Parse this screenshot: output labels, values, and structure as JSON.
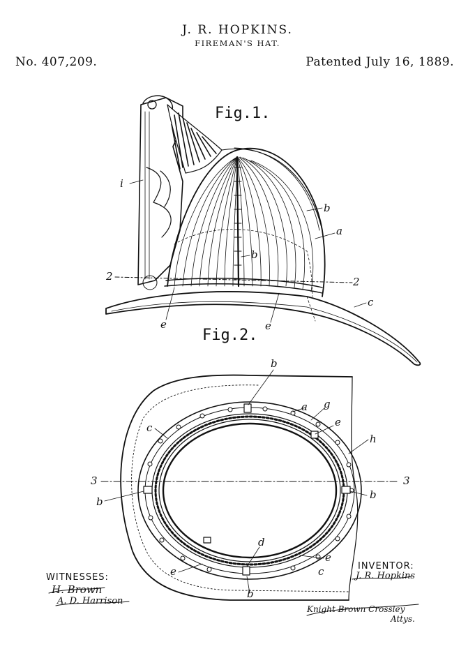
{
  "header": {
    "inventor_name": "J. R. HOPKINS.",
    "title": "FIREMAN'S HAT.",
    "patent_number": "No. 407,209.",
    "patent_date": "Patented July 16, 1889."
  },
  "figures": {
    "fig1_label": "Fig.1.",
    "fig2_label": "Fig.2."
  },
  "fig1_refs": {
    "i": "i",
    "b_right": "b",
    "a": "a",
    "b_center": "b",
    "line2_left": "2",
    "line2_right": "2",
    "c": "c",
    "e_left": "e",
    "e_center": "e"
  },
  "fig2_refs": {
    "b_top": "b",
    "a": "a",
    "g": "g",
    "e_top_right": "e",
    "h": "h",
    "c_left": "c",
    "line3_left": "3",
    "line3_right": "3",
    "b_left": "b",
    "b_right": "b",
    "d": "d",
    "e_bottom_right": "e",
    "e_bottom_left": "e",
    "c_bottom_right": "c",
    "b_bottom": "b"
  },
  "footer": {
    "witnesses_label": "WITNESSES:",
    "witness_1": "H. Brown",
    "witness_2": "A. D. Harrison",
    "inventor_label": "INVENTOR:",
    "inventor_signature": "J. R. Hopkins",
    "attorney_signature": "Knight Brown Crossley",
    "attorney_suffix": "Attys."
  }
}
